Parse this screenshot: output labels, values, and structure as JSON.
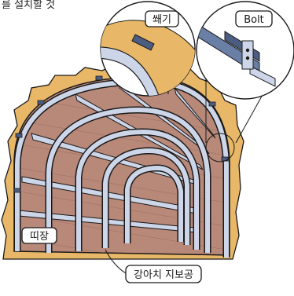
{
  "caption": "를 설치할 것",
  "labels": {
    "wedge": "쐐기",
    "bolt": "Bolt",
    "lagging": "띠장",
    "support": "강아치 지보공"
  },
  "colors": {
    "rock": "#e8b868",
    "wall": "#b88878",
    "rib": "#cdd6e8",
    "beam": "#6a7fa6",
    "outline": "#1a1a1a"
  }
}
